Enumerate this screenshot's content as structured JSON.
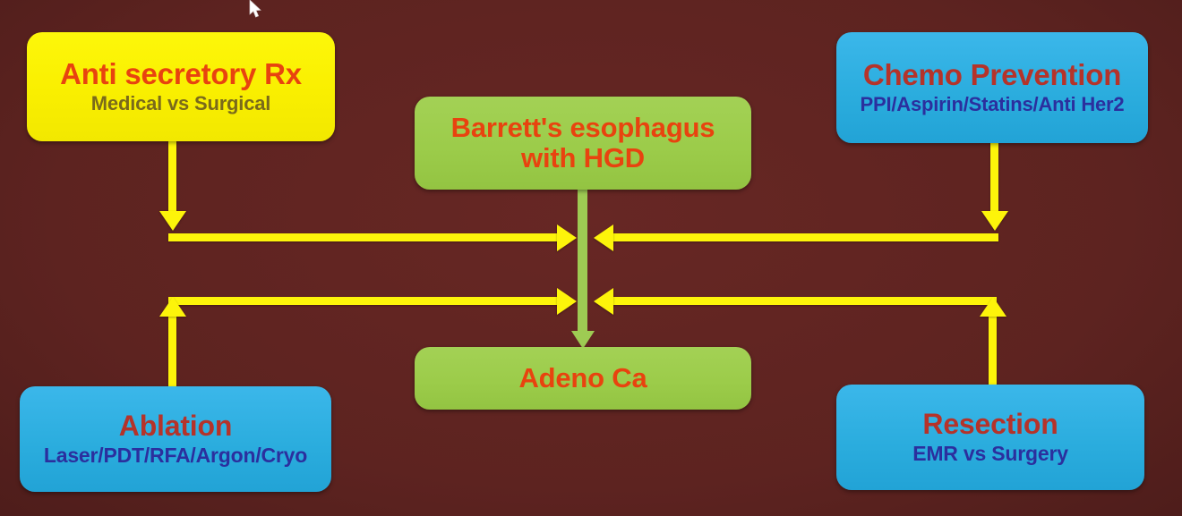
{
  "diagram": {
    "title": "Barrett's esophagus with HGD management pathways",
    "background_color": "#5d2320",
    "nodes": {
      "anti_secretory": {
        "title": "Anti secretory Rx",
        "subtitle": "Medical vs Surgical",
        "fill": "#f9ef00",
        "title_color": "#e8430f",
        "subtitle_color": "#7a6a1b"
      },
      "chemo_prevention": {
        "title": "Chemo Prevention",
        "subtitle": "PPI/Aspirin/Statins/Anti Her2",
        "fill": "#2badde",
        "title_color": "#b5332a",
        "subtitle_color": "#2b2f9e"
      },
      "barretts": {
        "title_line1": "Barrett's esophagus",
        "title_line2": "with HGD",
        "fill": "#9ccc4a",
        "title_color": "#e8430f"
      },
      "ablation": {
        "title": "Ablation",
        "subtitle": "Laser/PDT/RFA/Argon/Cryo",
        "fill": "#2badde",
        "title_color": "#b5332a",
        "subtitle_color": "#2b2f9e"
      },
      "resection": {
        "title": "Resection",
        "subtitle": "EMR vs Surgery",
        "fill": "#2badde",
        "title_color": "#b5332a",
        "subtitle_color": "#2b2f9e"
      },
      "adeno_ca": {
        "title": "Adeno Ca",
        "fill": "#9ccc4a",
        "title_color": "#e8430f"
      }
    },
    "connectors": {
      "arrow_color": "#fdf40a",
      "progression_arrow_color": "#9ecb53"
    }
  }
}
